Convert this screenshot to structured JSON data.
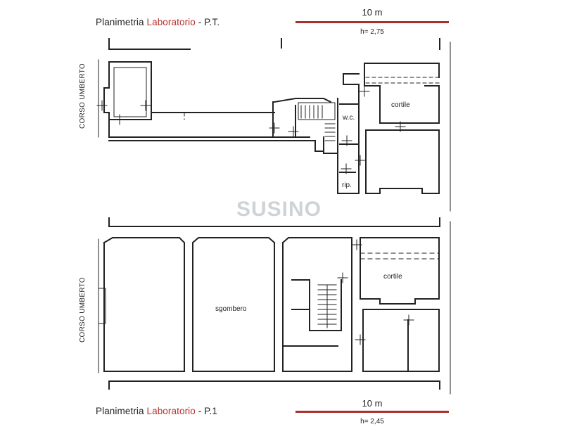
{
  "top_plan": {
    "title_prefix": "Planimetria ",
    "title_highlight": "Laboratorio",
    "title_suffix": " - P.T.",
    "scale_length": "10 m",
    "height": "h= 2,75",
    "street": "CORSO UMBERTO",
    "rooms": {
      "courtyard": "cortile",
      "wc": "w.c.",
      "storage": "rip."
    }
  },
  "bottom_plan": {
    "title_prefix": "Planimetria ",
    "title_highlight": "Laboratorio",
    "title_suffix": " - P.1",
    "scale_length": "10 m",
    "height": "h= 2,45",
    "street": "CORSO UMBERTO",
    "rooms": {
      "storeroom": "sgombero",
      "courtyard": "cortile"
    }
  },
  "watermark": {
    "brand": "SUSINO"
  },
  "colors": {
    "accent": "#b5332e",
    "scale_bar": "#a8322c",
    "wall": "#222222",
    "watermark": "#cfd3d6"
  }
}
